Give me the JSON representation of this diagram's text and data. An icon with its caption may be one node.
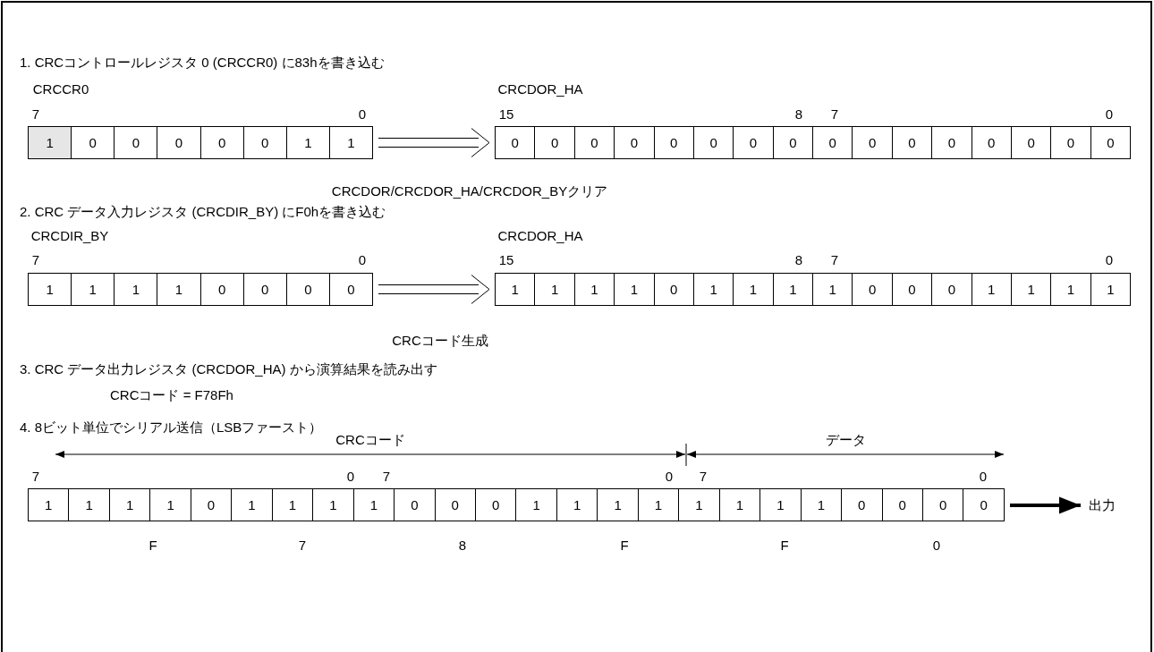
{
  "diagram": {
    "nodes": [
      {
        "text": [
          "1",
          "0",
          "0",
          "0",
          "0",
          "0",
          "1",
          "1"
        ],
        "beside": [
          "CRCCR0",
          "7",
          "0"
        ]
      },
      {
        "text": [
          "0",
          "0",
          "0",
          "0",
          "0",
          "0",
          "0",
          "0",
          "0",
          "0",
          "0",
          "0",
          "0",
          "0",
          "0",
          "0"
        ],
        "beside": [
          "CRCDOR_HA",
          "15",
          "8",
          "7",
          "0"
        ]
      },
      {
        "text": [
          "1",
          "1",
          "1",
          "1",
          "0",
          "0",
          "0",
          "0"
        ],
        "beside": [
          "CRCDIR_BY",
          "7",
          "0"
        ]
      },
      {
        "text": [
          "1",
          "1",
          "1",
          "1",
          "0",
          "1",
          "1",
          "1",
          "1",
          "0",
          "0",
          "0",
          "1",
          "1",
          "1",
          "1"
        ],
        "beside": [
          "CRCDOR_HA",
          "15",
          "8",
          "7",
          "0"
        ]
      },
      {
        "text": [
          "1",
          "1",
          "1",
          "1",
          "0",
          "1",
          "1",
          "1",
          "1",
          "0",
          "0",
          "0",
          "1",
          "1",
          "1",
          "1",
          "1",
          "1",
          "1",
          "1",
          "0",
          "0",
          "0",
          "0"
        ],
        "beside": [
          "7",
          "0",
          "7",
          "0",
          "7",
          "0",
          "F",
          "7",
          "8",
          "F",
          "F",
          "0"
        ]
      },
      {
        "text": [
          "出力"
        ]
      }
    ],
    "edges": [
      {
        "from": 0,
        "to": 1,
        "arrow": "to"
      },
      {
        "from": 2,
        "to": 3,
        "arrow": "to"
      },
      {
        "from": 4,
        "to": 5,
        "arrow": "to",
        "style": "thick"
      }
    ],
    "labels": [
      "1. CRCコントロールレジスタ 0 (CRCCR0) に83hを書き込む",
      "CRCDOR/CRCDOR_HA/CRCDOR_BYクリア",
      "2. CRC データ入力レジスタ (CRCDIR_BY) にF0hを書き込む",
      "CRCコード生成",
      "3. CRC データ出力レジスタ (CRCDOR_HA) から演算結果を読み出す",
      "CRCコード = F78Fh",
      "4. 8ビット単位でシリアル送信（LSBファースト）",
      "CRCコード",
      "データ"
    ]
  }
}
